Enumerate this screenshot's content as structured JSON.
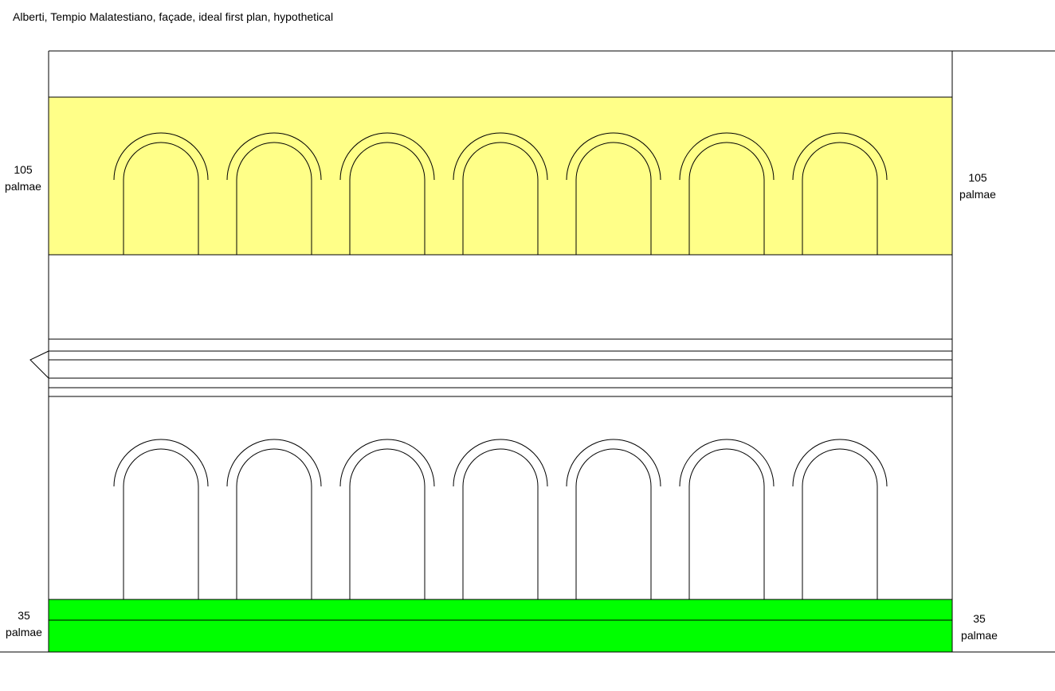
{
  "title": "Alberti, Tempio Malatestiano, façade, ideal first plan, hypothetical",
  "colors": {
    "upper_band": "#ffff88",
    "base_band": "#00ff00",
    "line": "#000000",
    "background": "#ffffff"
  },
  "upper_arch_count": 7,
  "lower_arch_count": 7,
  "labels": {
    "left_upper": {
      "value": "105",
      "unit": "palmae"
    },
    "right_upper": {
      "value": "105",
      "unit": "palmae"
    },
    "left_lower": {
      "value": "35",
      "unit": "palmae"
    },
    "right_lower": {
      "value": "35",
      "unit": "palmae"
    }
  }
}
